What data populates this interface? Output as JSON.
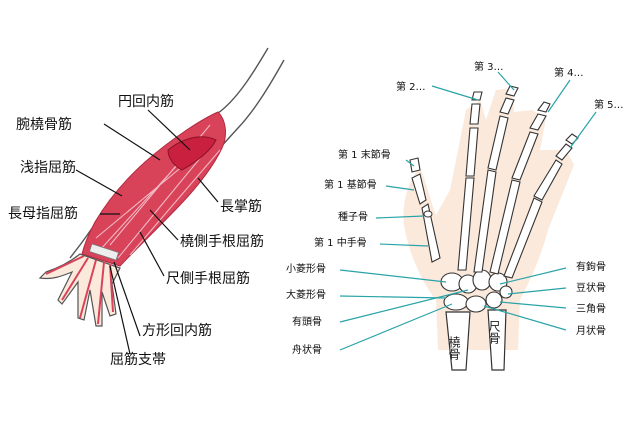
{
  "muscle_labels": {
    "pronator_teres": "円回内筋",
    "brachioradialis": "腕橈骨筋",
    "fds": "浅指屈筋",
    "fpl": "長母指屈筋",
    "palmaris_longus": "長掌筋",
    "fcr": "橈側手根屈筋",
    "fcu": "尺側手根屈筋",
    "pronator_quadratus": "方形回内筋",
    "flexor_retinaculum": "屈筋支帯"
  },
  "bone_labels": {
    "second": "第 2…",
    "third": "第 3…",
    "fourth": "第 4…",
    "fifth": "第 5…",
    "distal_phalanx": "第 1 末節骨",
    "proximal_phalanx": "第 1 基節骨",
    "sesamoid": "種子骨",
    "metacarpal": "第 1 中手骨",
    "trapezoid": "小菱形骨",
    "trapezium": "大菱形骨",
    "capitate": "有頭骨",
    "scaphoid": "舟状骨",
    "hamate": "有鉤骨",
    "pisiform": "豆状骨",
    "triquetrum": "三角骨",
    "lunate": "月状骨",
    "radius": "橈骨",
    "ulna": "尺骨"
  },
  "colors": {
    "muscle": "#d9435a",
    "muscle_light": "#f2b8c2",
    "skin": "#fbe9dc",
    "bone_fill": "#ffffff",
    "bone_stroke": "#333333",
    "leader_teal": "#2aa3a8"
  }
}
